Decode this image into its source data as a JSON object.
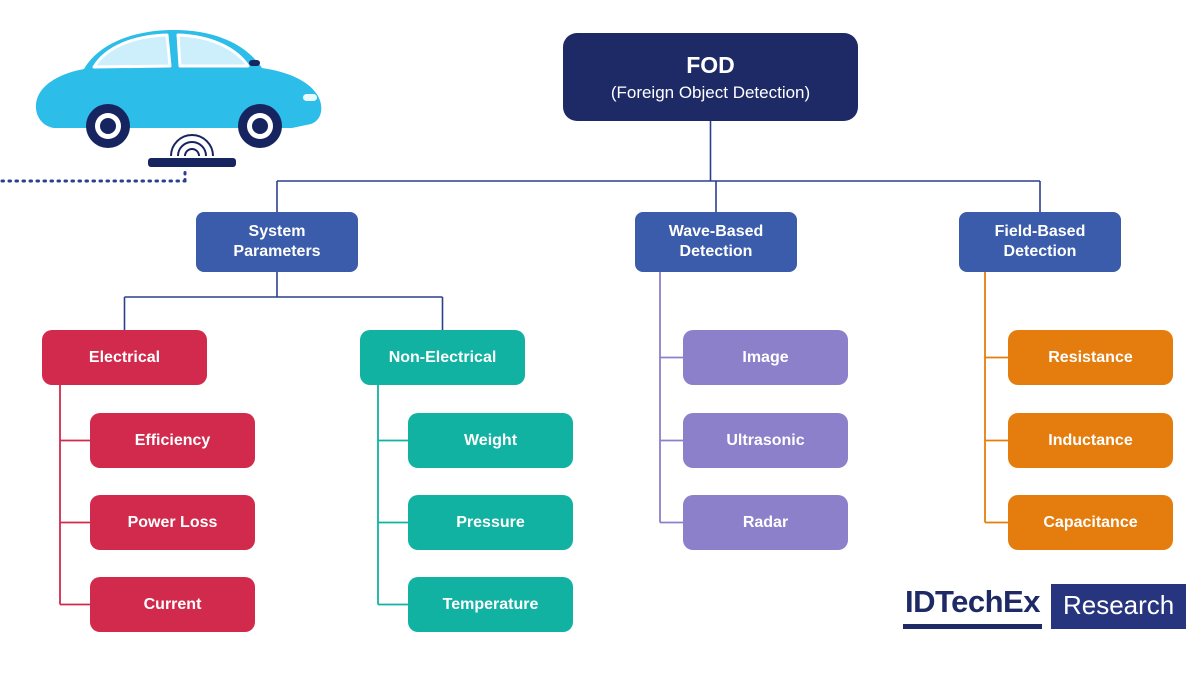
{
  "colors": {
    "navy": "#1e2a66",
    "blue": "#3a5cab",
    "red": "#d22a4c",
    "teal": "#12b2a3",
    "purple": "#8b80c9",
    "orange": "#e57d0e",
    "line_navy": "#2b3f8f",
    "logo_navy": "#1e2a66",
    "logo_box": "#27357e"
  },
  "root": {
    "title": "FOD",
    "subtitle": "(Foreign Object Detection)"
  },
  "level2": [
    {
      "label": "System\nParameters"
    },
    {
      "label": "Wave-Based\nDetection"
    },
    {
      "label": "Field-Based\nDetection"
    }
  ],
  "groups": {
    "electrical": {
      "label": "Electrical",
      "children": [
        "Efficiency",
        "Power Loss",
        "Current"
      ]
    },
    "non_electrical": {
      "label": "Non-Electrical",
      "children": [
        "Weight",
        "Pressure",
        "Temperature"
      ]
    },
    "wave": {
      "children": [
        "Image",
        "Ultrasonic",
        "Radar"
      ]
    },
    "field": {
      "children": [
        "Resistance",
        "Inductance",
        "Capacitance"
      ]
    }
  },
  "illustration": {
    "name": "electric-car-over-wireless-charging-pad"
  },
  "logo": {
    "brand": "IDTechEx",
    "suffix": "Research"
  }
}
